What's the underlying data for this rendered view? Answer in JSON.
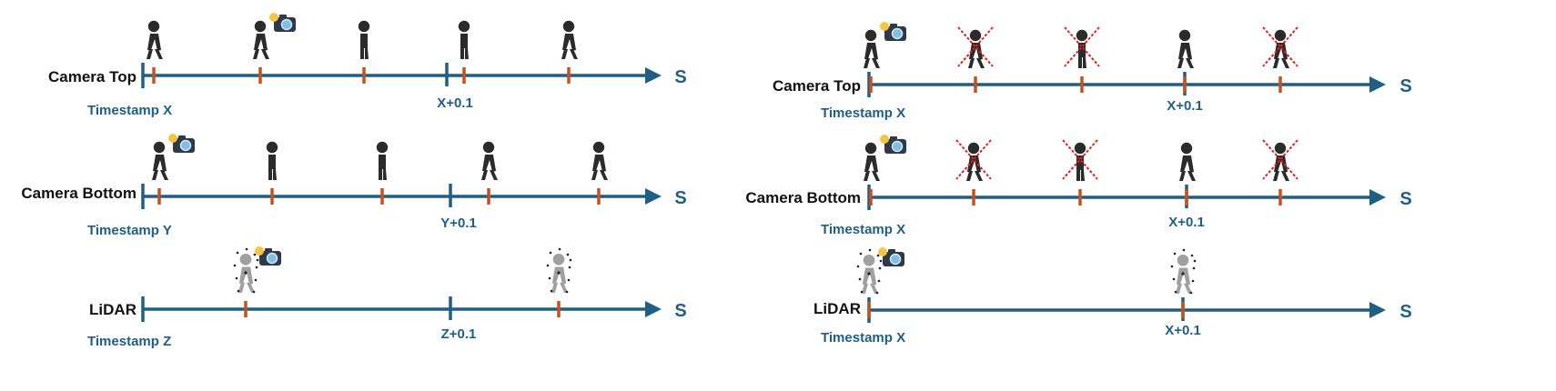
{
  "colors": {
    "axis": "#1f5f85",
    "tick": "#c8501e",
    "label_blue": "#1f5f85",
    "figure_dark": "#2b2b2b",
    "figure_lidar": "#a0a0a0",
    "cross": "#e02020"
  },
  "axis_end_label": "S",
  "left_panel": {
    "rows": [
      {
        "label": "Camera Top",
        "start_label": "Timestamp X",
        "mark_label": "X+0.1",
        "sensor": "camera",
        "events": [
          {
            "kind": "walking",
            "capture": false,
            "dropped": false
          },
          {
            "kind": "walking",
            "capture": true,
            "dropped": false
          },
          {
            "kind": "standing",
            "capture": false,
            "dropped": false
          },
          {
            "kind": "standing",
            "capture": false,
            "dropped": false
          },
          {
            "kind": "walking",
            "capture": false,
            "dropped": false
          }
        ]
      },
      {
        "label": "Camera Bottom",
        "start_label": "Timestamp Y",
        "mark_label": "Y+0.1",
        "sensor": "camera",
        "events": [
          {
            "kind": "walking",
            "capture": true,
            "dropped": false
          },
          {
            "kind": "standing",
            "capture": false,
            "dropped": false
          },
          {
            "kind": "standing",
            "capture": false,
            "dropped": false
          },
          {
            "kind": "walking",
            "capture": false,
            "dropped": false
          },
          {
            "kind": "walking",
            "capture": false,
            "dropped": false
          }
        ]
      },
      {
        "label": "LiDAR",
        "start_label": "Timestamp Z",
        "mark_label": "Z+0.1",
        "sensor": "lidar",
        "events": [
          {
            "kind": "lidar-person",
            "capture": true,
            "dropped": false
          },
          {
            "kind": "lidar-person",
            "capture": false,
            "dropped": false
          }
        ]
      }
    ]
  },
  "right_panel": {
    "rows": [
      {
        "label": "Camera Top",
        "start_label": "Timestamp X",
        "mark_label": "X+0.1",
        "sensor": "camera",
        "events": [
          {
            "kind": "walking",
            "capture": true,
            "dropped": false
          },
          {
            "kind": "walking",
            "capture": false,
            "dropped": true
          },
          {
            "kind": "standing",
            "capture": false,
            "dropped": true
          },
          {
            "kind": "walking",
            "capture": false,
            "dropped": false
          },
          {
            "kind": "walking",
            "capture": false,
            "dropped": true
          }
        ]
      },
      {
        "label": "Camera Bottom",
        "start_label": "Timestamp X",
        "mark_label": "X+0.1",
        "sensor": "camera",
        "events": [
          {
            "kind": "walking",
            "capture": true,
            "dropped": false
          },
          {
            "kind": "walking",
            "capture": false,
            "dropped": true
          },
          {
            "kind": "standing",
            "capture": false,
            "dropped": true
          },
          {
            "kind": "walking",
            "capture": false,
            "dropped": false
          },
          {
            "kind": "walking",
            "capture": false,
            "dropped": true
          }
        ]
      },
      {
        "label": "LiDAR",
        "start_label": "Timestamp X",
        "mark_label": "X+0.1",
        "sensor": "lidar",
        "events": [
          {
            "kind": "lidar-person",
            "capture": true,
            "dropped": false
          },
          {
            "kind": "lidar-person",
            "capture": false,
            "dropped": false
          }
        ]
      }
    ]
  }
}
